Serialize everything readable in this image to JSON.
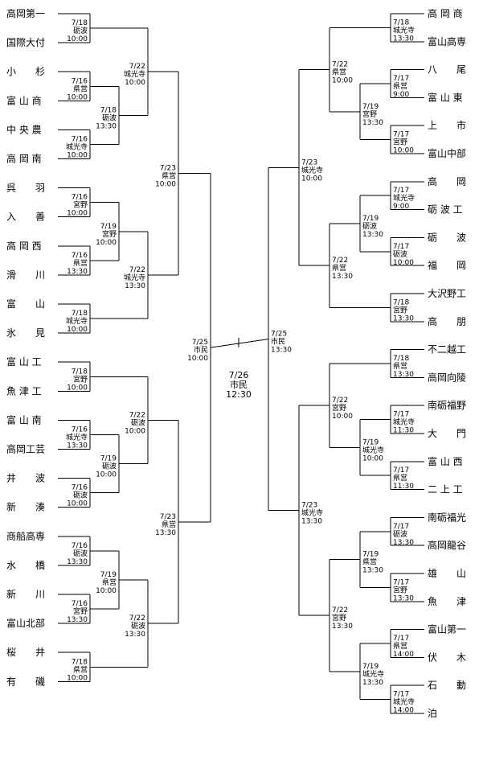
{
  "left_teams": [
    "高岡第一",
    "国際大付",
    "小　　杉",
    "富 山 商",
    "中 央 農",
    "高 岡 南",
    "呉　　羽",
    "入　　善",
    "高 岡 西",
    "滑　　川",
    "富　　山",
    "氷　　見",
    "富 山 工",
    "魚 津 工",
    "富 山 南",
    "高岡工芸",
    "井　　波",
    "新　　湊",
    "商船高専",
    "水　　橋",
    "新　　川",
    "富山北部",
    "桜　　井",
    "有　　磯"
  ],
  "right_teams": [
    "高 岡 商",
    "富山高専",
    "八　　尾",
    "富 山 東",
    "上　　市",
    "富山中部",
    "高　　岡",
    "砺 波 工",
    "砺　　波",
    "福　　岡",
    "大沢野工",
    "高　　朋",
    "不二越工",
    "高岡向陵",
    "南砺福野",
    "大　　門",
    "富 山 西",
    "二 上 工",
    "南砺福光",
    "高岡龍谷",
    "雄　　山",
    "魚　　津",
    "富山第一",
    "伏　　木",
    "石　　動",
    "泊"
  ],
  "left_games": [
    {
      "date": "7/18",
      "venue": "砺波",
      "time": "10:00"
    },
    {
      "date": "7/16",
      "venue": "県営",
      "time": "10:00"
    },
    {
      "date": "7/18",
      "venue": "砺波",
      "time": "13:30"
    },
    {
      "date": "7/16",
      "venue": "城光寺",
      "time": "10:00"
    },
    {
      "date": "7/22",
      "venue": "城光寺",
      "time": "10:00"
    },
    {
      "date": "7/16",
      "venue": "宮野",
      "time": "10:00"
    },
    {
      "date": "7/16",
      "venue": "県営",
      "time": "13:30"
    },
    {
      "date": "7/19",
      "venue": "宮野",
      "time": "10:00"
    },
    {
      "date": "7/18",
      "venue": "城光寺",
      "time": "10:00"
    },
    {
      "date": "7/22",
      "venue": "城光寺",
      "time": "13:30"
    },
    {
      "date": "7/23",
      "venue": "県営",
      "time": "10:00"
    },
    {
      "date": "7/18",
      "venue": "宮野",
      "time": "10:00"
    },
    {
      "date": "7/16",
      "venue": "城光寺",
      "time": "13:30"
    },
    {
      "date": "7/16",
      "venue": "砺波",
      "time": "10:00"
    },
    {
      "date": "7/19",
      "venue": "砺波",
      "time": "10:00"
    },
    {
      "date": "7/22",
      "venue": "砺波",
      "time": "10:00"
    },
    {
      "date": "7/16",
      "venue": "砺波",
      "time": "13:30"
    },
    {
      "date": "7/16",
      "venue": "宮野",
      "time": "13:30"
    },
    {
      "date": "7/19",
      "venue": "県営",
      "time": "10:00"
    },
    {
      "date": "7/18",
      "venue": "県営",
      "time": "10:00"
    },
    {
      "date": "7/22",
      "venue": "砺波",
      "time": "13:30"
    },
    {
      "date": "7/23",
      "venue": "県営",
      "time": "13:30"
    },
    {
      "date": "7/25",
      "venue": "市民",
      "time": "10:00"
    }
  ],
  "right_games": [
    {
      "date": "7/18",
      "venue": "城光寺",
      "time": "13:30"
    },
    {
      "date": "7/17",
      "venue": "県営",
      "time": "9:00"
    },
    {
      "date": "7/17",
      "venue": "宮野",
      "time": "10:00"
    },
    {
      "date": "7/19",
      "venue": "宮野",
      "time": "13:30"
    },
    {
      "date": "7/22",
      "venue": "県営",
      "time": "10:00"
    },
    {
      "date": "7/17",
      "venue": "城光寺",
      "time": "9:00"
    },
    {
      "date": "7/17",
      "venue": "砺波",
      "time": "10:00"
    },
    {
      "date": "7/19",
      "venue": "砺波",
      "time": "13:30"
    },
    {
      "date": "7/18",
      "venue": "宮野",
      "time": "13:30"
    },
    {
      "date": "7/22",
      "venue": "県営",
      "time": "13:30"
    },
    {
      "date": "7/23",
      "venue": "城光寺",
      "time": "10:00"
    },
    {
      "date": "7/18",
      "venue": "県営",
      "time": "13:30"
    },
    {
      "date": "7/17",
      "venue": "城光寺",
      "time": "11:30"
    },
    {
      "date": "7/17",
      "venue": "県営",
      "time": "11:30"
    },
    {
      "date": "7/19",
      "venue": "城光寺",
      "time": "10:00"
    },
    {
      "date": "7/22",
      "venue": "宮野",
      "time": "10:00"
    },
    {
      "date": "7/17",
      "venue": "砺波",
      "time": "13:30"
    },
    {
      "date": "7/17",
      "venue": "宮野",
      "time": "13:30"
    },
    {
      "date": "7/19",
      "venue": "県営",
      "time": "13:30"
    },
    {
      "date": "7/17",
      "venue": "県営",
      "time": "14:00"
    },
    {
      "date": "7/17",
      "venue": "城光寺",
      "time": "14:00"
    },
    {
      "date": "7/19",
      "venue": "城光寺",
      "time": "13:30"
    },
    {
      "date": "7/22",
      "venue": "宮野",
      "time": "13:30"
    },
    {
      "date": "7/23",
      "venue": "城光寺",
      "time": "13:30"
    },
    {
      "date": "7/25",
      "venue": "市民",
      "time": "13:30"
    }
  ],
  "final": {
    "date": "7/26",
    "venue": "市民",
    "time": "12:30"
  }
}
